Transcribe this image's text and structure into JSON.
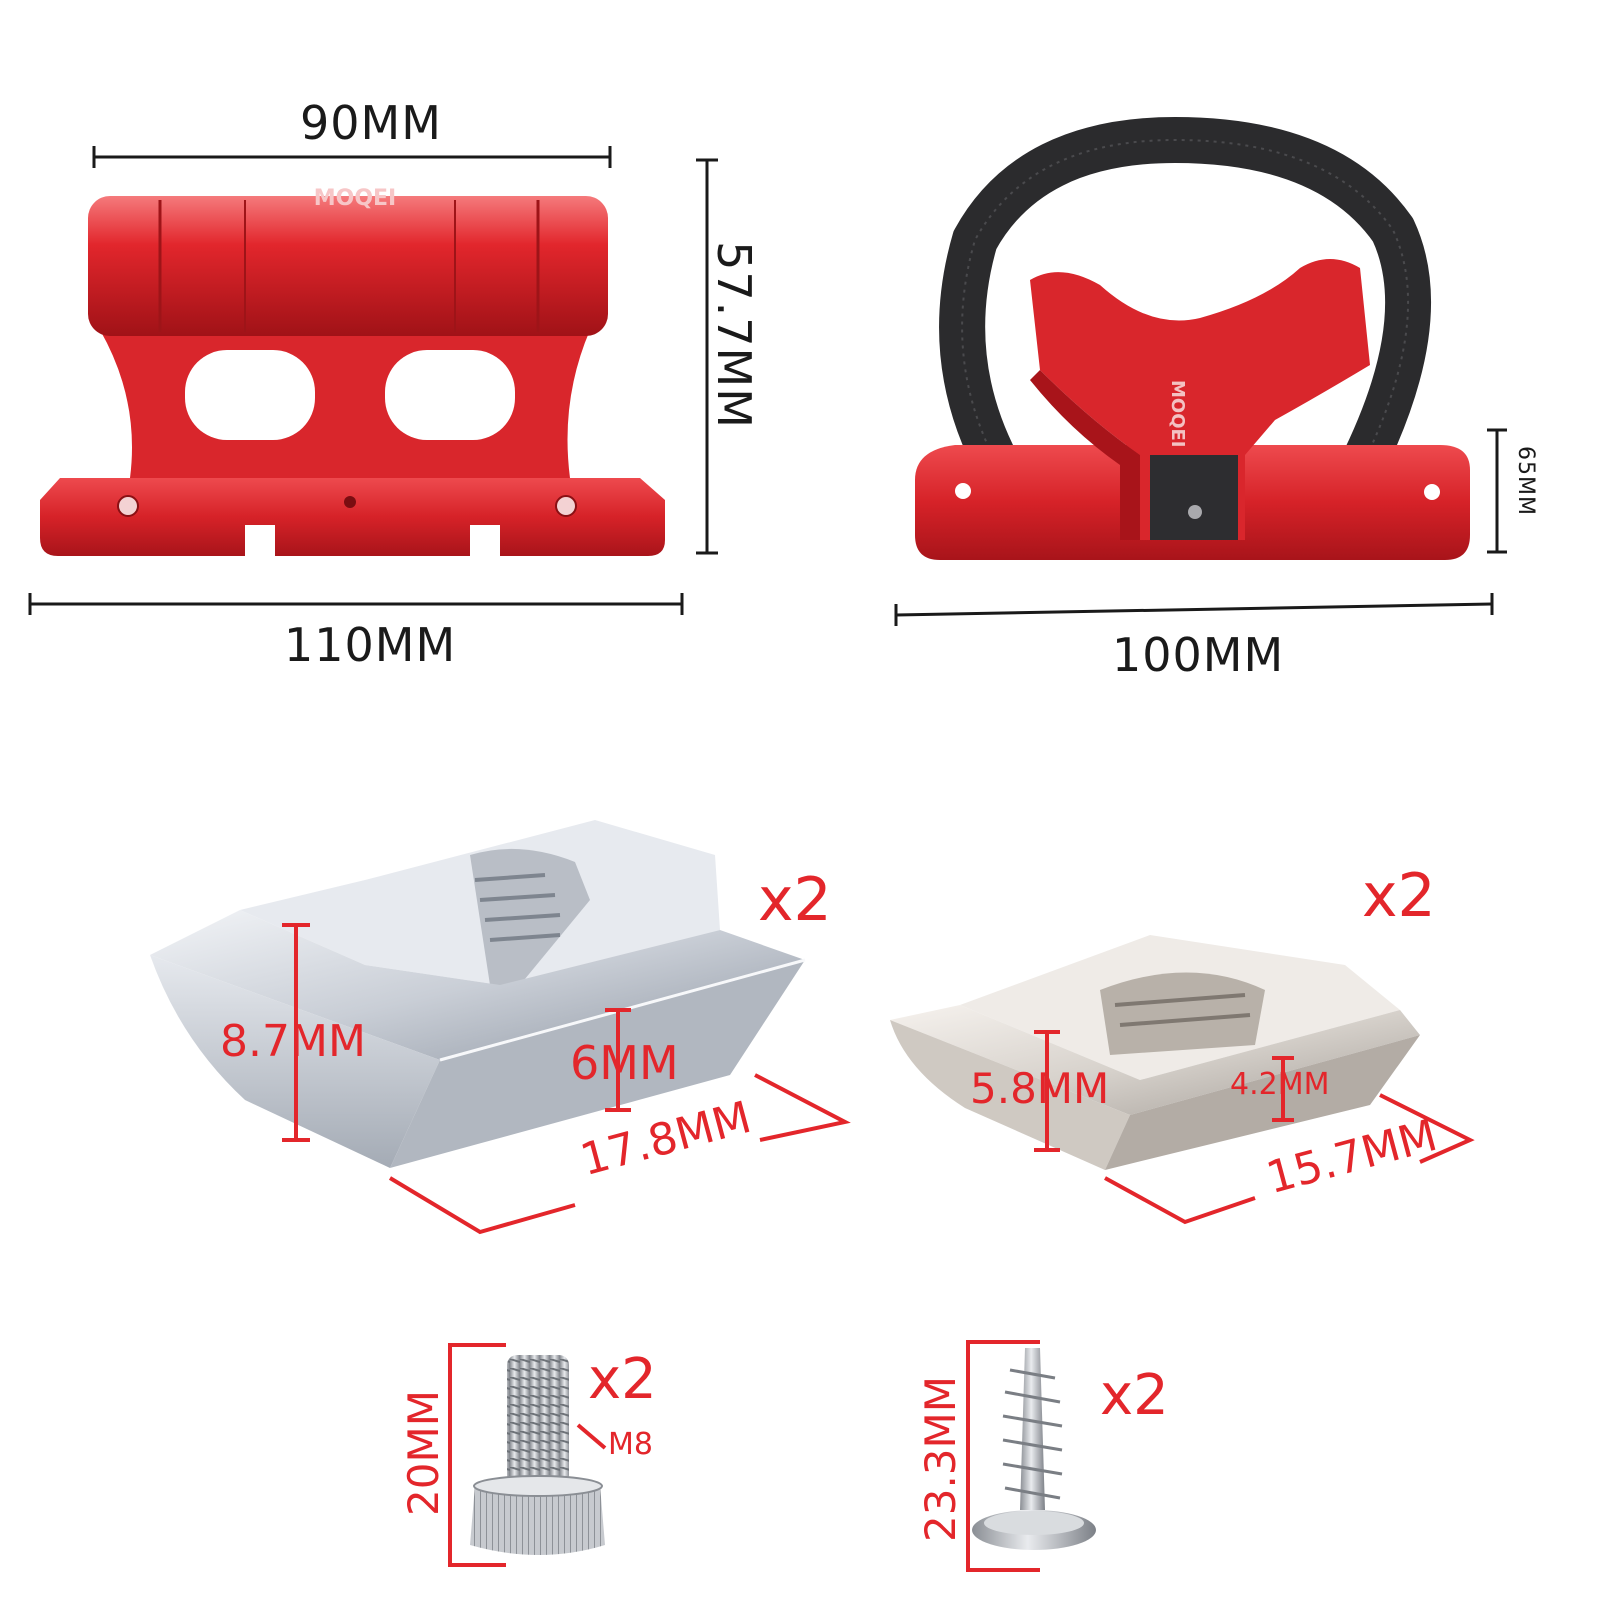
{
  "colors": {
    "accent_red": "#e3262b",
    "part_red": "#d9262c",
    "dimension_line": "#1a1a1a"
  },
  "dimensions": {
    "fork_mount": {
      "top_width": "90MM",
      "base_width": "110MM",
      "height": "57.7MM",
      "logo": "MOQEI"
    },
    "strap_mount": {
      "width": "100MM",
      "height": "65MM",
      "logo": "MOQEI"
    },
    "t_nut_large": {
      "qty": "x2",
      "height": "8.7MM",
      "inner_height": "6MM",
      "length": "17.8MM"
    },
    "t_nut_small": {
      "qty": "x2",
      "height": "5.8MM",
      "inner_height": "4.2MM",
      "length": "15.7MM"
    },
    "hex_bolt": {
      "qty": "x2",
      "length": "20MM",
      "thread": "M8"
    },
    "wood_screw": {
      "qty": "x2",
      "length": "23.3MM"
    }
  }
}
